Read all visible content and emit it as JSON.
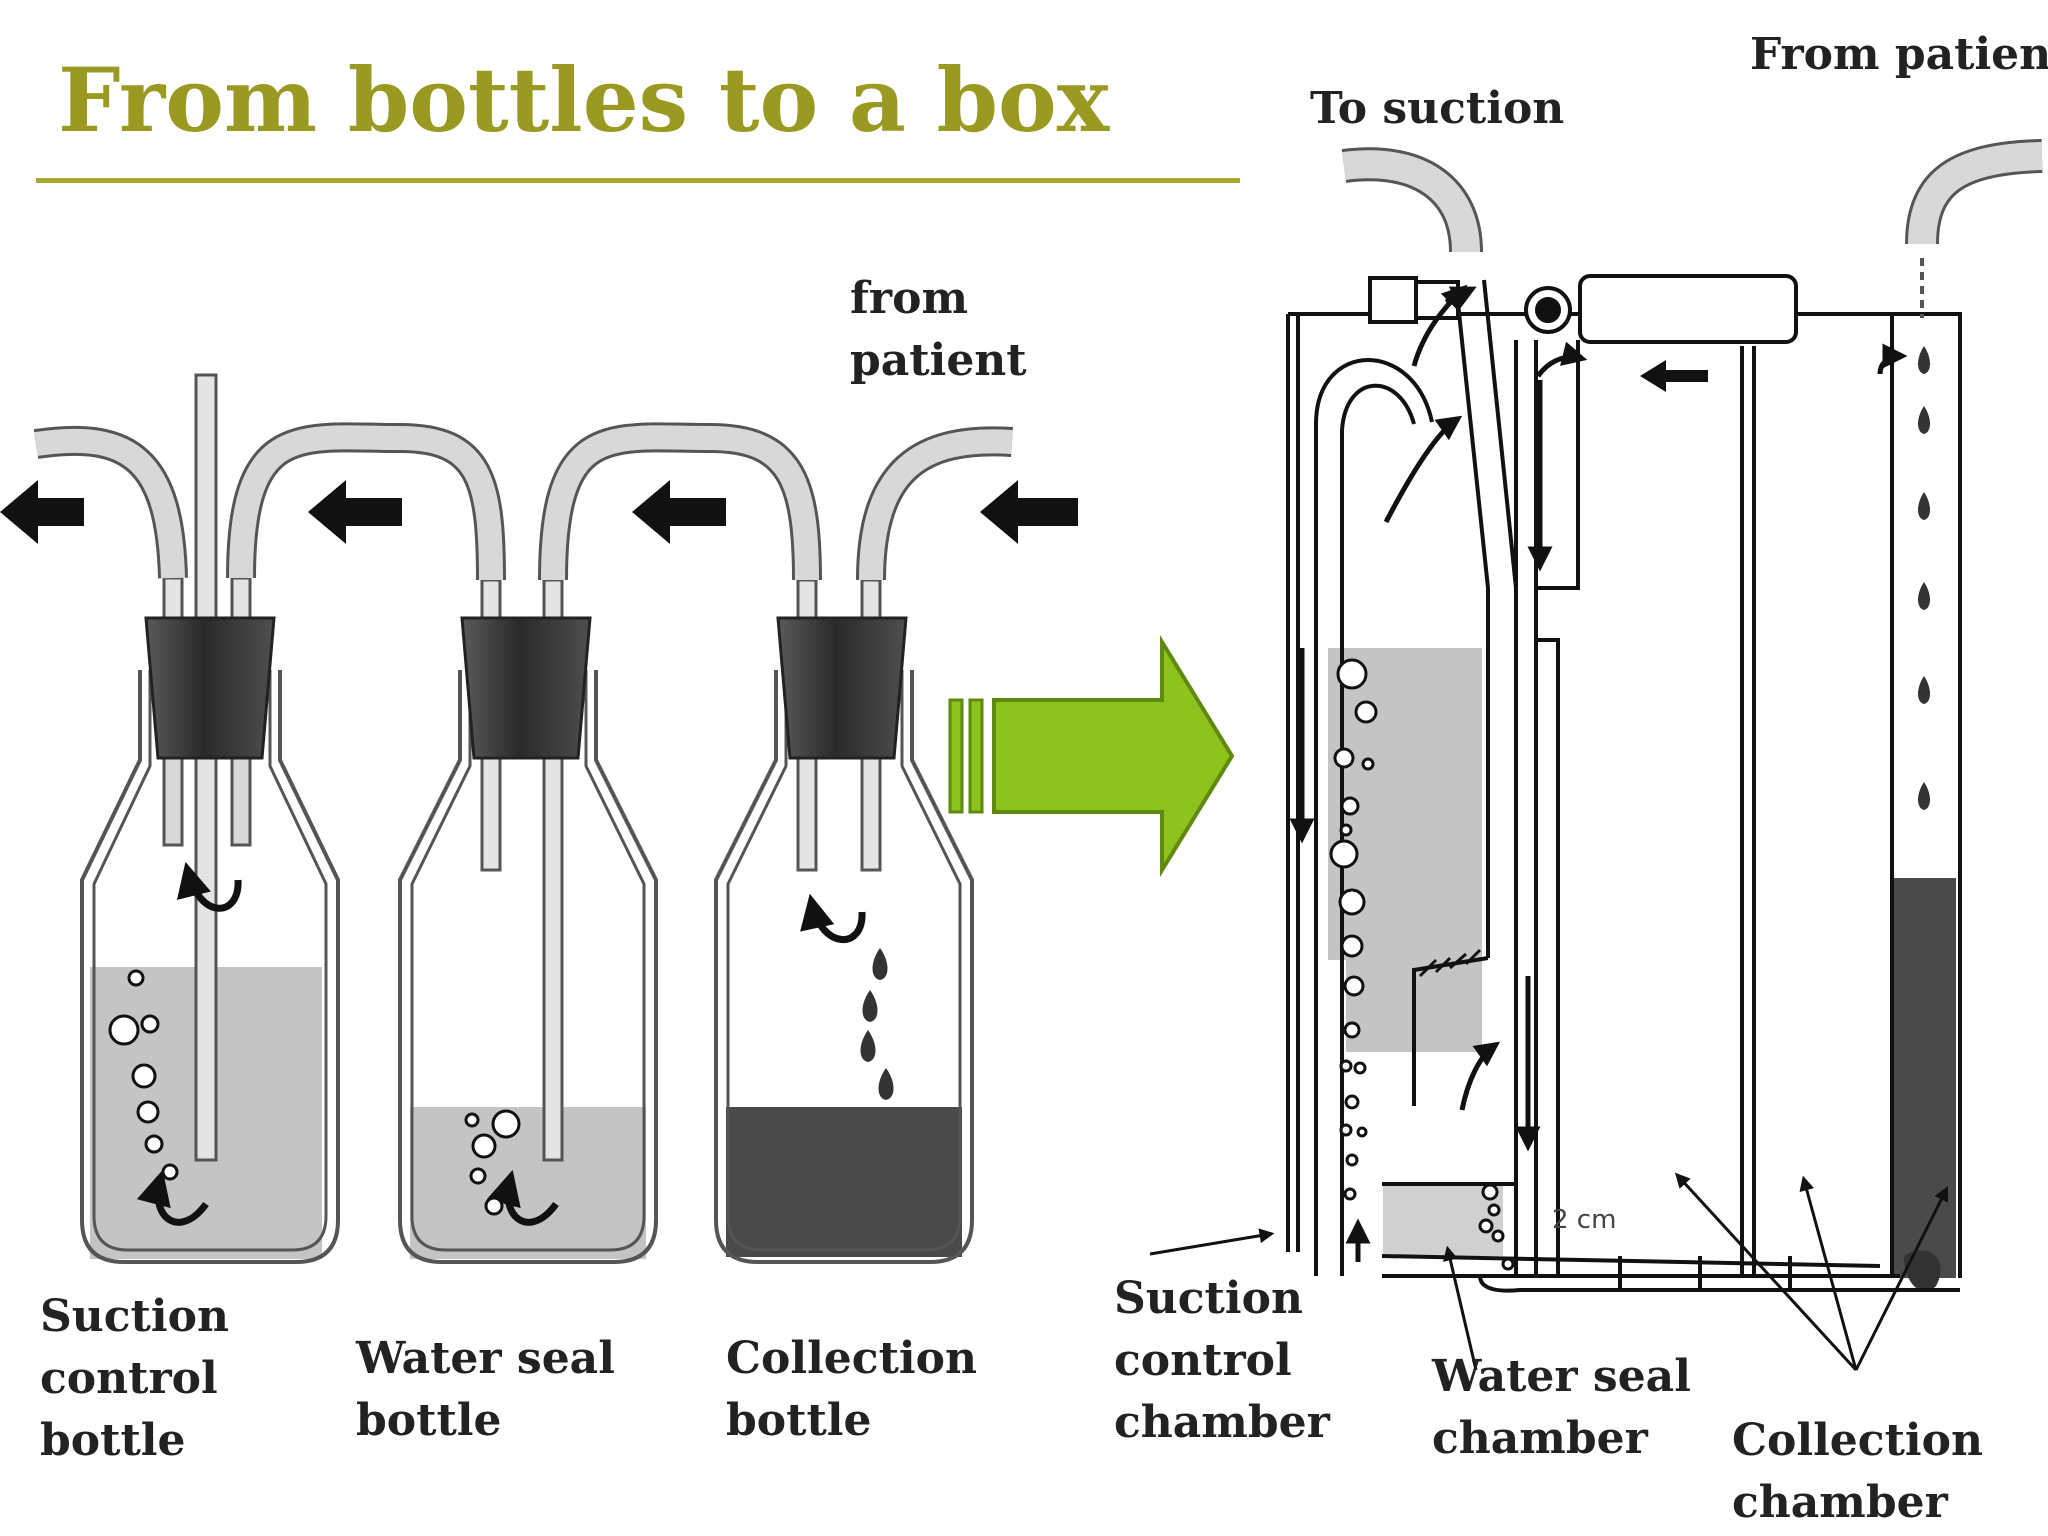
{
  "title": "From bottles to a box",
  "colors": {
    "title": "#9a9a22",
    "title_rule": "#a8a830",
    "arrow_fill": "#8ec21c",
    "arrow_stroke": "#5f8a10",
    "light_liquid": "#c4c4c4",
    "dark_liquid": "#4a4a4a",
    "tube": "#d8d8d8",
    "stopper": "#3c3c3c"
  },
  "left_labels": {
    "from_patient": [
      "from",
      "patient"
    ],
    "suction_bottle": [
      "Suction",
      "control",
      "bottle"
    ],
    "water_bottle": [
      "Water seal",
      "bottle"
    ],
    "collection_bottle": [
      "Collection",
      "bottle"
    ]
  },
  "right_labels": {
    "to_suction": "To suction",
    "from_patient": "From patient",
    "suction_chamber": [
      "Suction",
      "control",
      "chamber"
    ],
    "water_chamber": [
      "Water seal",
      "chamber"
    ],
    "collection_chamber": [
      "Collection",
      "chamber"
    ],
    "scale_mark": "2 cm"
  },
  "icons": {
    "flow_arrow": "left-arrow-icon",
    "transform_arrow": "big-right-arrow-icon",
    "circular_arrow": "curved-arrow-icon",
    "bubbles": "bubble-icon",
    "drops": "drop-icon"
  }
}
